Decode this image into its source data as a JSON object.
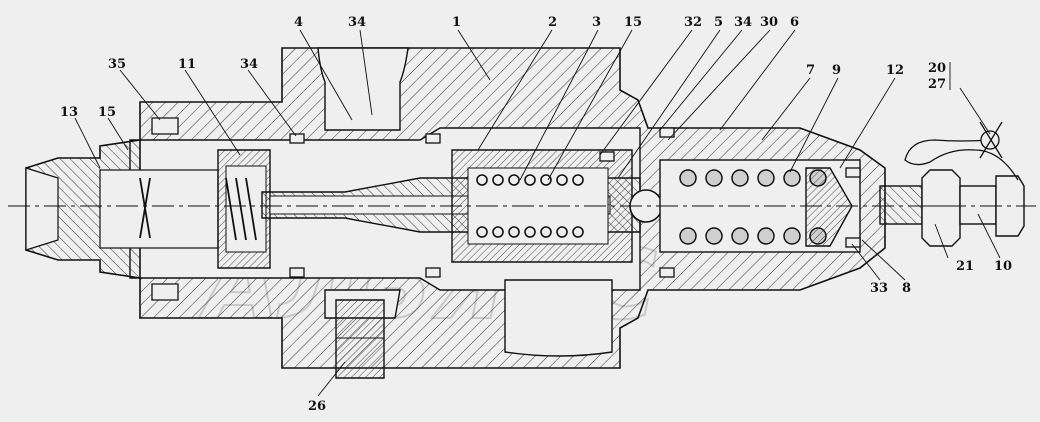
{
  "watermark": {
    "text": "АЛЬЯНС"
  },
  "callouts": [
    {
      "id": "1",
      "label": "1"
    },
    {
      "id": "2",
      "label": "2"
    },
    {
      "id": "3",
      "label": "3"
    },
    {
      "id": "4",
      "label": "4"
    },
    {
      "id": "5",
      "label": "5"
    },
    {
      "id": "6",
      "label": "6"
    },
    {
      "id": "7",
      "label": "7"
    },
    {
      "id": "8",
      "label": "8"
    },
    {
      "id": "9",
      "label": "9"
    },
    {
      "id": "10",
      "label": "10"
    },
    {
      "id": "11",
      "label": "11"
    },
    {
      "id": "12",
      "label": "12"
    },
    {
      "id": "13",
      "label": "13"
    },
    {
      "id": "15a",
      "label": "15"
    },
    {
      "id": "15b",
      "label": "15"
    },
    {
      "id": "20",
      "label": "20"
    },
    {
      "id": "21",
      "label": "21"
    },
    {
      "id": "26",
      "label": "26"
    },
    {
      "id": "27",
      "label": "27"
    },
    {
      "id": "30",
      "label": "30"
    },
    {
      "id": "32",
      "label": "32"
    },
    {
      "id": "33",
      "label": "33"
    },
    {
      "id": "34a",
      "label": "34"
    },
    {
      "id": "34b",
      "label": "34"
    },
    {
      "id": "34c",
      "label": "34"
    },
    {
      "id": "35",
      "label": "35"
    }
  ]
}
